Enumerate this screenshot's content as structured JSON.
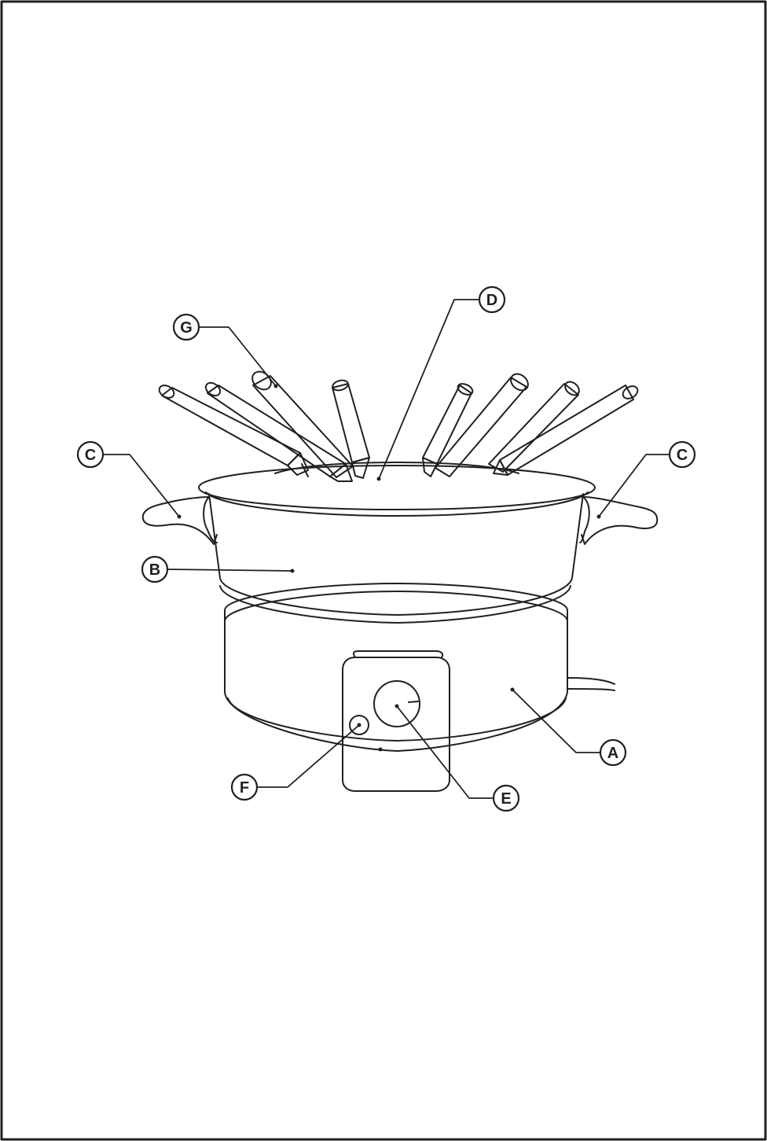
{
  "callouts": {
    "A": "A",
    "B": "B",
    "C_left": "C",
    "C_right": "C",
    "D": "D",
    "E": "E",
    "F": "F",
    "G": "G"
  },
  "colors": {
    "line": "#231f20",
    "background": "#ffffff"
  }
}
